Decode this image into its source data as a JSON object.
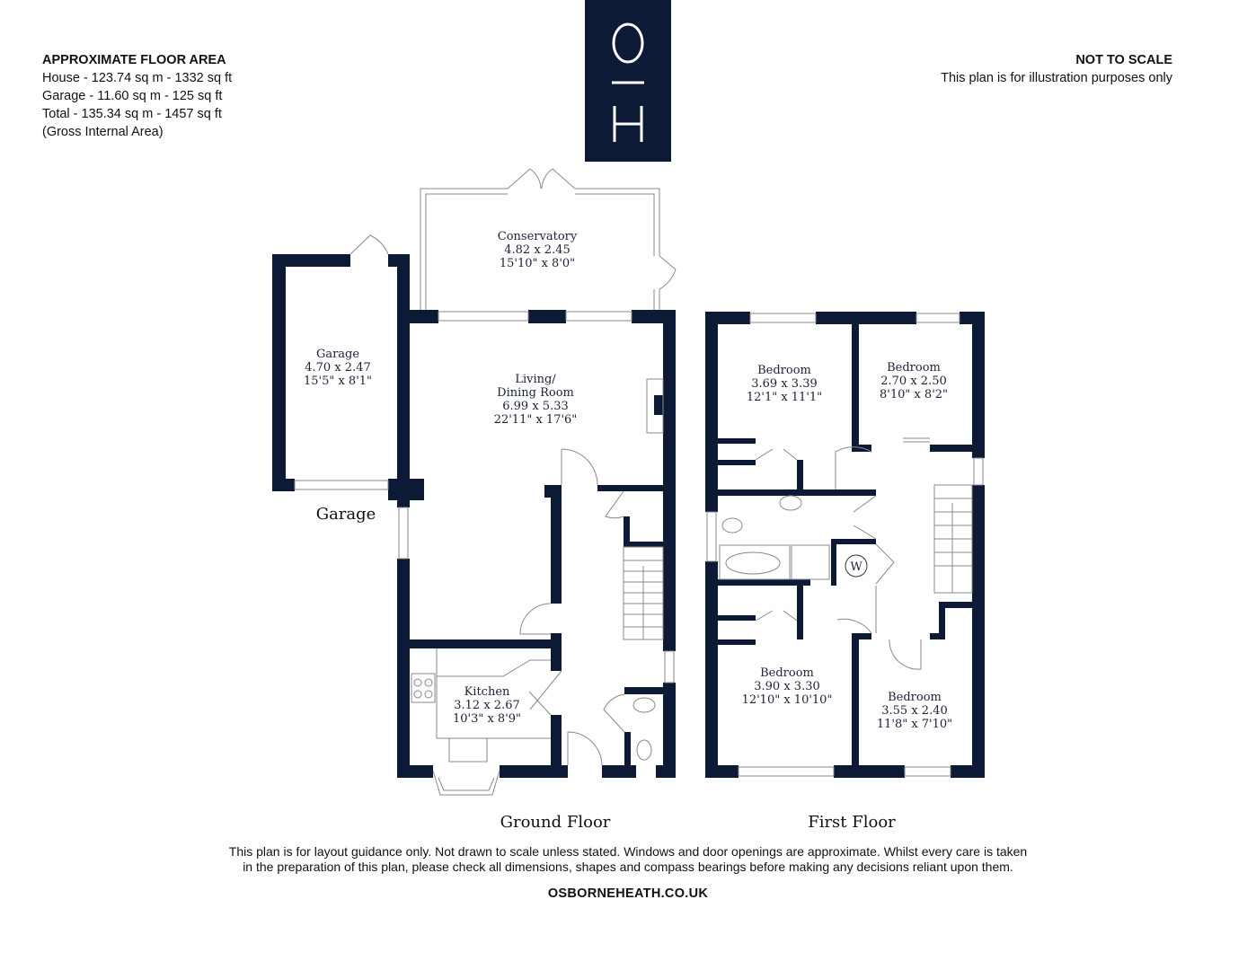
{
  "floor_area": {
    "heading": "APPROXIMATE FLOOR AREA",
    "lines": [
      "House - 123.74 sq m - 1332 sq ft",
      "Garage - 11.60 sq m - 125 sq ft",
      "Total - 135.34 sq m - 1457 sq ft",
      "(Gross Internal Area)"
    ]
  },
  "scale_note": {
    "heading": "NOT TO SCALE",
    "text": "This plan is for illustration purposes only"
  },
  "logo": {
    "text": "O H"
  },
  "colors": {
    "wall": "#0d1a35",
    "text": "#1a2238"
  },
  "ground_floor": {
    "label": "Ground Floor",
    "garage_label": "Garage",
    "rooms": [
      {
        "name": "Conservatory",
        "metric": "4.82 x 2.45",
        "imperial": "15'10\" x 8'0\""
      },
      {
        "name": "Garage",
        "metric": "4.70 x 2.47",
        "imperial": "15'5\" x 8'1\""
      },
      {
        "name": "Living/",
        "name2": "Dining Room",
        "metric": "6.99 x 5.33",
        "imperial": "22'11\" x 17'6\""
      },
      {
        "name": "Kitchen",
        "metric": "3.12 x 2.67",
        "imperial": "10'3\" x 8'9\""
      }
    ]
  },
  "first_floor": {
    "label": "First Floor",
    "wardrobe_label": "W",
    "rooms": [
      {
        "name": "Bedroom",
        "metric": "3.69 x 3.39",
        "imperial": "12'1\" x 11'1\""
      },
      {
        "name": "Bedroom",
        "metric": "2.70 x 2.50",
        "imperial": "8'10\" x 8'2\""
      },
      {
        "name": "Bedroom",
        "metric": "3.90 x 3.30",
        "imperial": "12'10\" x 10'10\""
      },
      {
        "name": "Bedroom",
        "metric": "3.55 x 2.40",
        "imperial": "11'8\" x 7'10\""
      }
    ]
  },
  "disclaimer": [
    "This plan is for layout guidance only. Not drawn to scale unless stated. Windows and door openings are approximate. Whilst every care is taken",
    "in the preparation of this plan, please check all dimensions, shapes and compass bearings before making any decisions reliant upon them."
  ],
  "website": "OSBORNEHEATH.CO.UK"
}
